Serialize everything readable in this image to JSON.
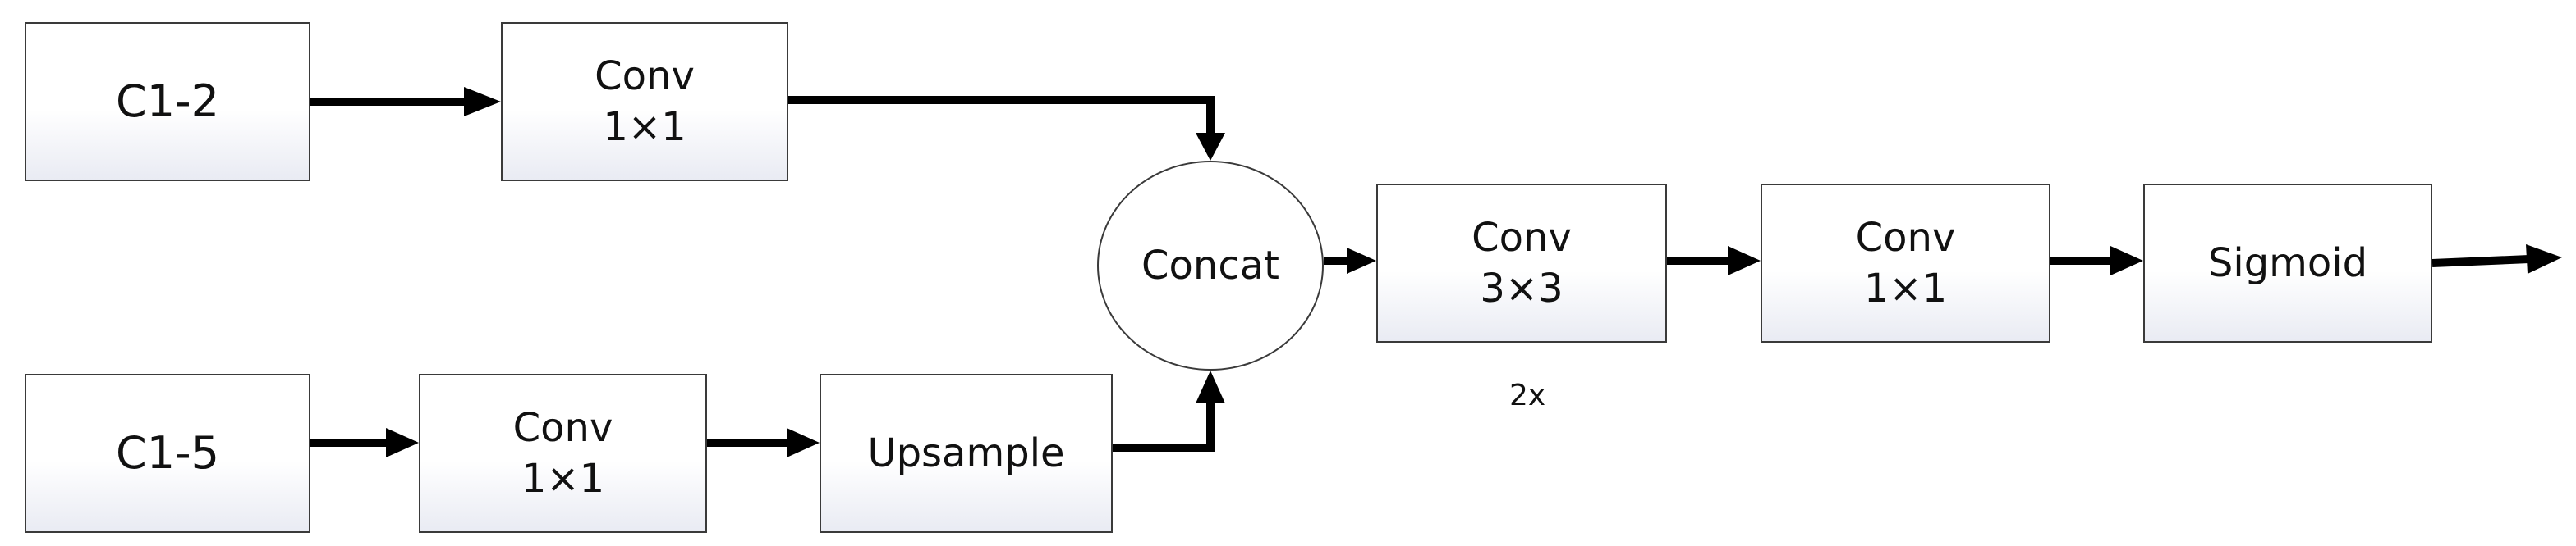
{
  "nodes": {
    "c12": {
      "label": "C1-2"
    },
    "c15": {
      "label": "C1-5"
    },
    "conv_top": {
      "line1": "Conv",
      "line2": "1×1"
    },
    "conv_bottom": {
      "line1": "Conv",
      "line2": "1×1"
    },
    "upsample": {
      "label": "Upsample"
    },
    "concat": {
      "label": "Concat"
    },
    "conv3x3": {
      "line1": "Conv",
      "line2": "3×3"
    },
    "conv1x1_right": {
      "line1": "Conv",
      "line2": "1×1"
    },
    "sigmoid": {
      "label": "Sigmoid"
    }
  },
  "notes": {
    "repeat": "2x"
  },
  "colors": {
    "stroke": "#3a3a3a",
    "arrow": "#000000",
    "box_fill_bottom": "#e9ebf3"
  }
}
